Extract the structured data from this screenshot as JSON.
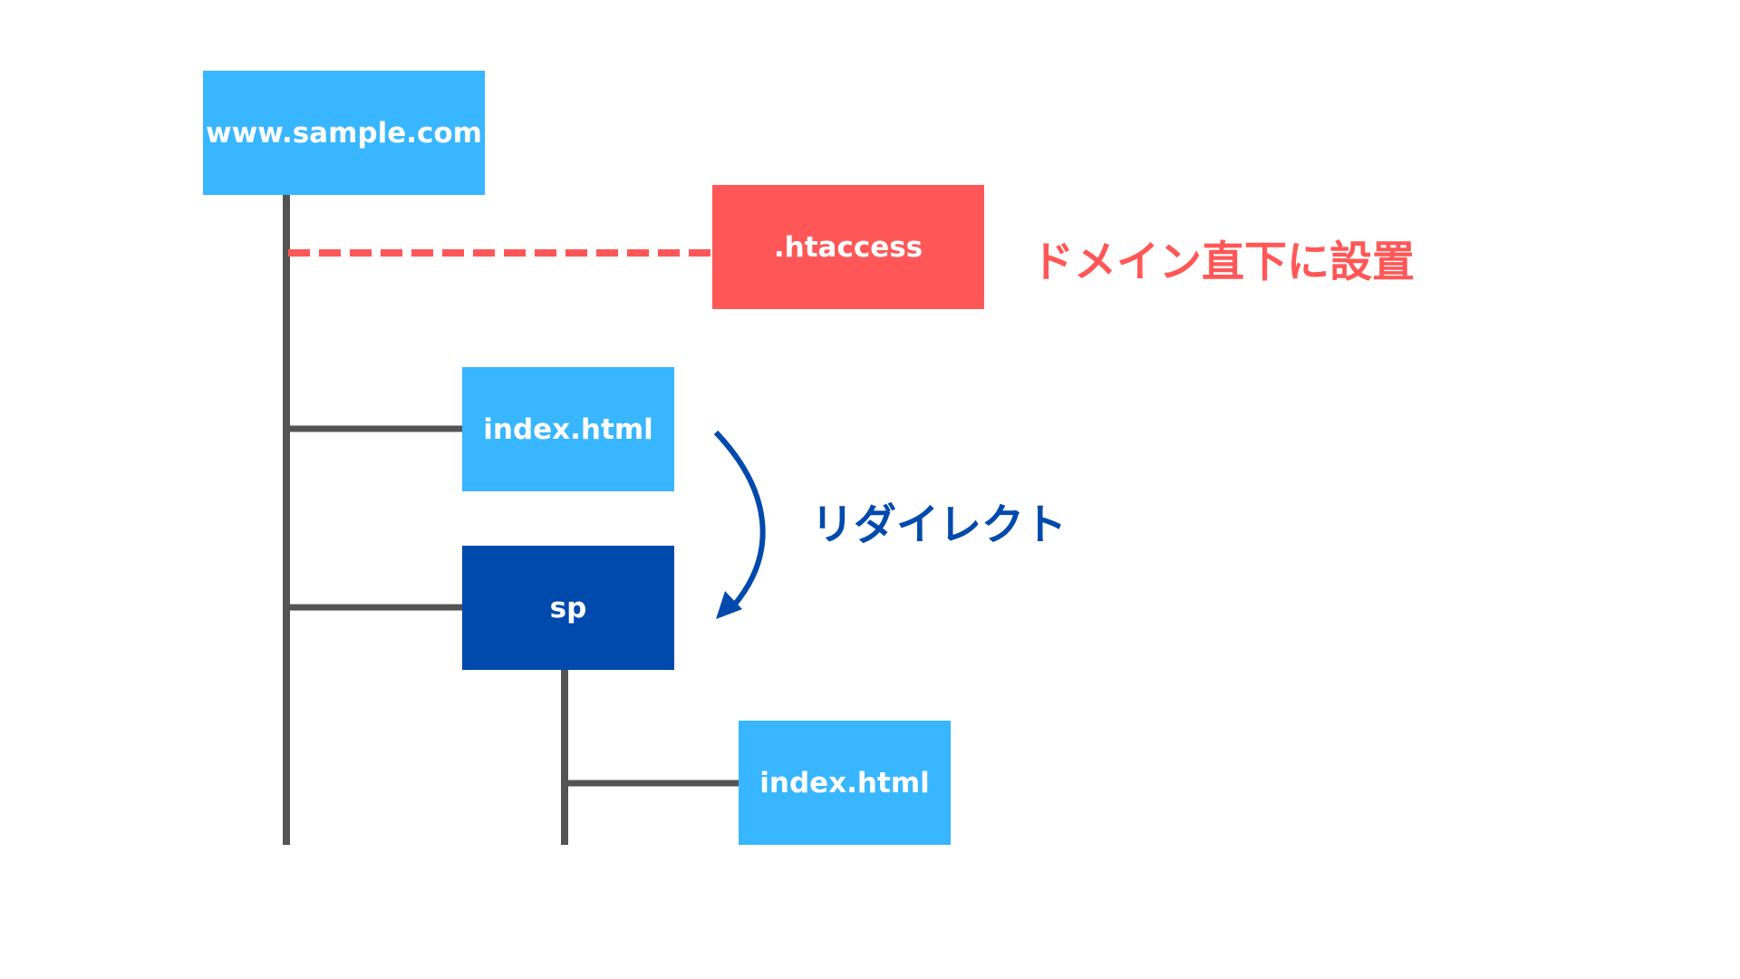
{
  "nodes": {
    "root": "www.sample.com",
    "htaccess": ".htaccess",
    "index": "index.html",
    "sp": "sp",
    "sp_index": "index.html"
  },
  "annotations": {
    "placement": "ドメイン直下に設置",
    "redirect": "リダイレクト"
  },
  "colors": {
    "light_blue": "#38b6ff",
    "dark_blue": "#004aad",
    "red": "#ff5757",
    "line_gray": "#545454"
  }
}
